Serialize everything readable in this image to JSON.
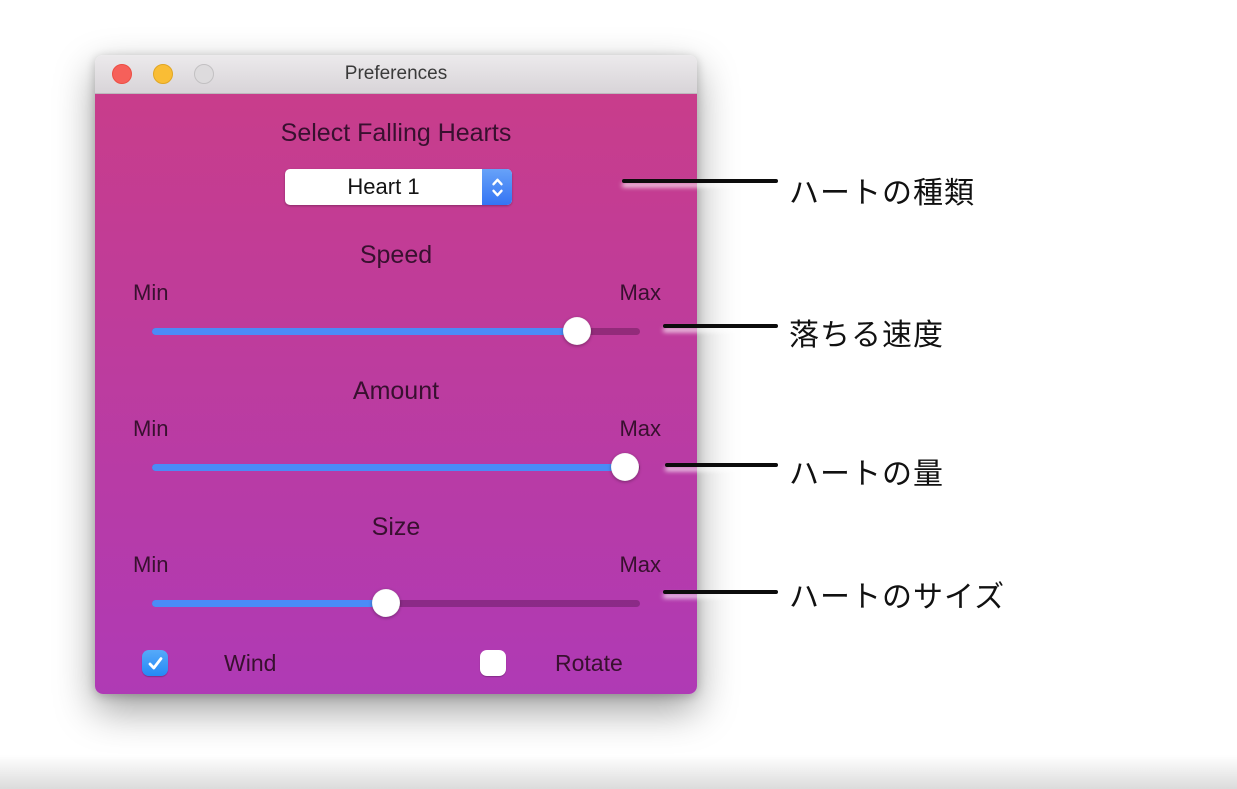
{
  "window": {
    "title": "Preferences",
    "select_section": {
      "label": "Select Falling Hearts",
      "dropdown_value": "Heart 1"
    },
    "sliders": [
      {
        "name": "Speed",
        "min_label": "Min",
        "max_label": "Max",
        "value_percent": 87
      },
      {
        "name": "Amount",
        "min_label": "Min",
        "max_label": "Max",
        "value_percent": 97
      },
      {
        "name": "Size",
        "min_label": "Min",
        "max_label": "Max",
        "value_percent": 48
      }
    ],
    "checkboxes": [
      {
        "label": "Wind",
        "checked": true
      },
      {
        "label": "Rotate",
        "checked": false
      }
    ]
  },
  "annotations": [
    {
      "label": "ハートの種類"
    },
    {
      "label": "落ちる速度"
    },
    {
      "label": "ハートの量"
    },
    {
      "label": "ハートのサイズ"
    }
  ],
  "colors": {
    "bg_top": "#c83d8b",
    "bg_bottom": "#af3ab5",
    "accent_blue": "#4b8bf7",
    "popup_blue": "#3474f4",
    "popup_blue_light": "#67a2f8",
    "checkbox_blue": "#2489f6",
    "checkbox_blue_light": "#56aaf9"
  }
}
